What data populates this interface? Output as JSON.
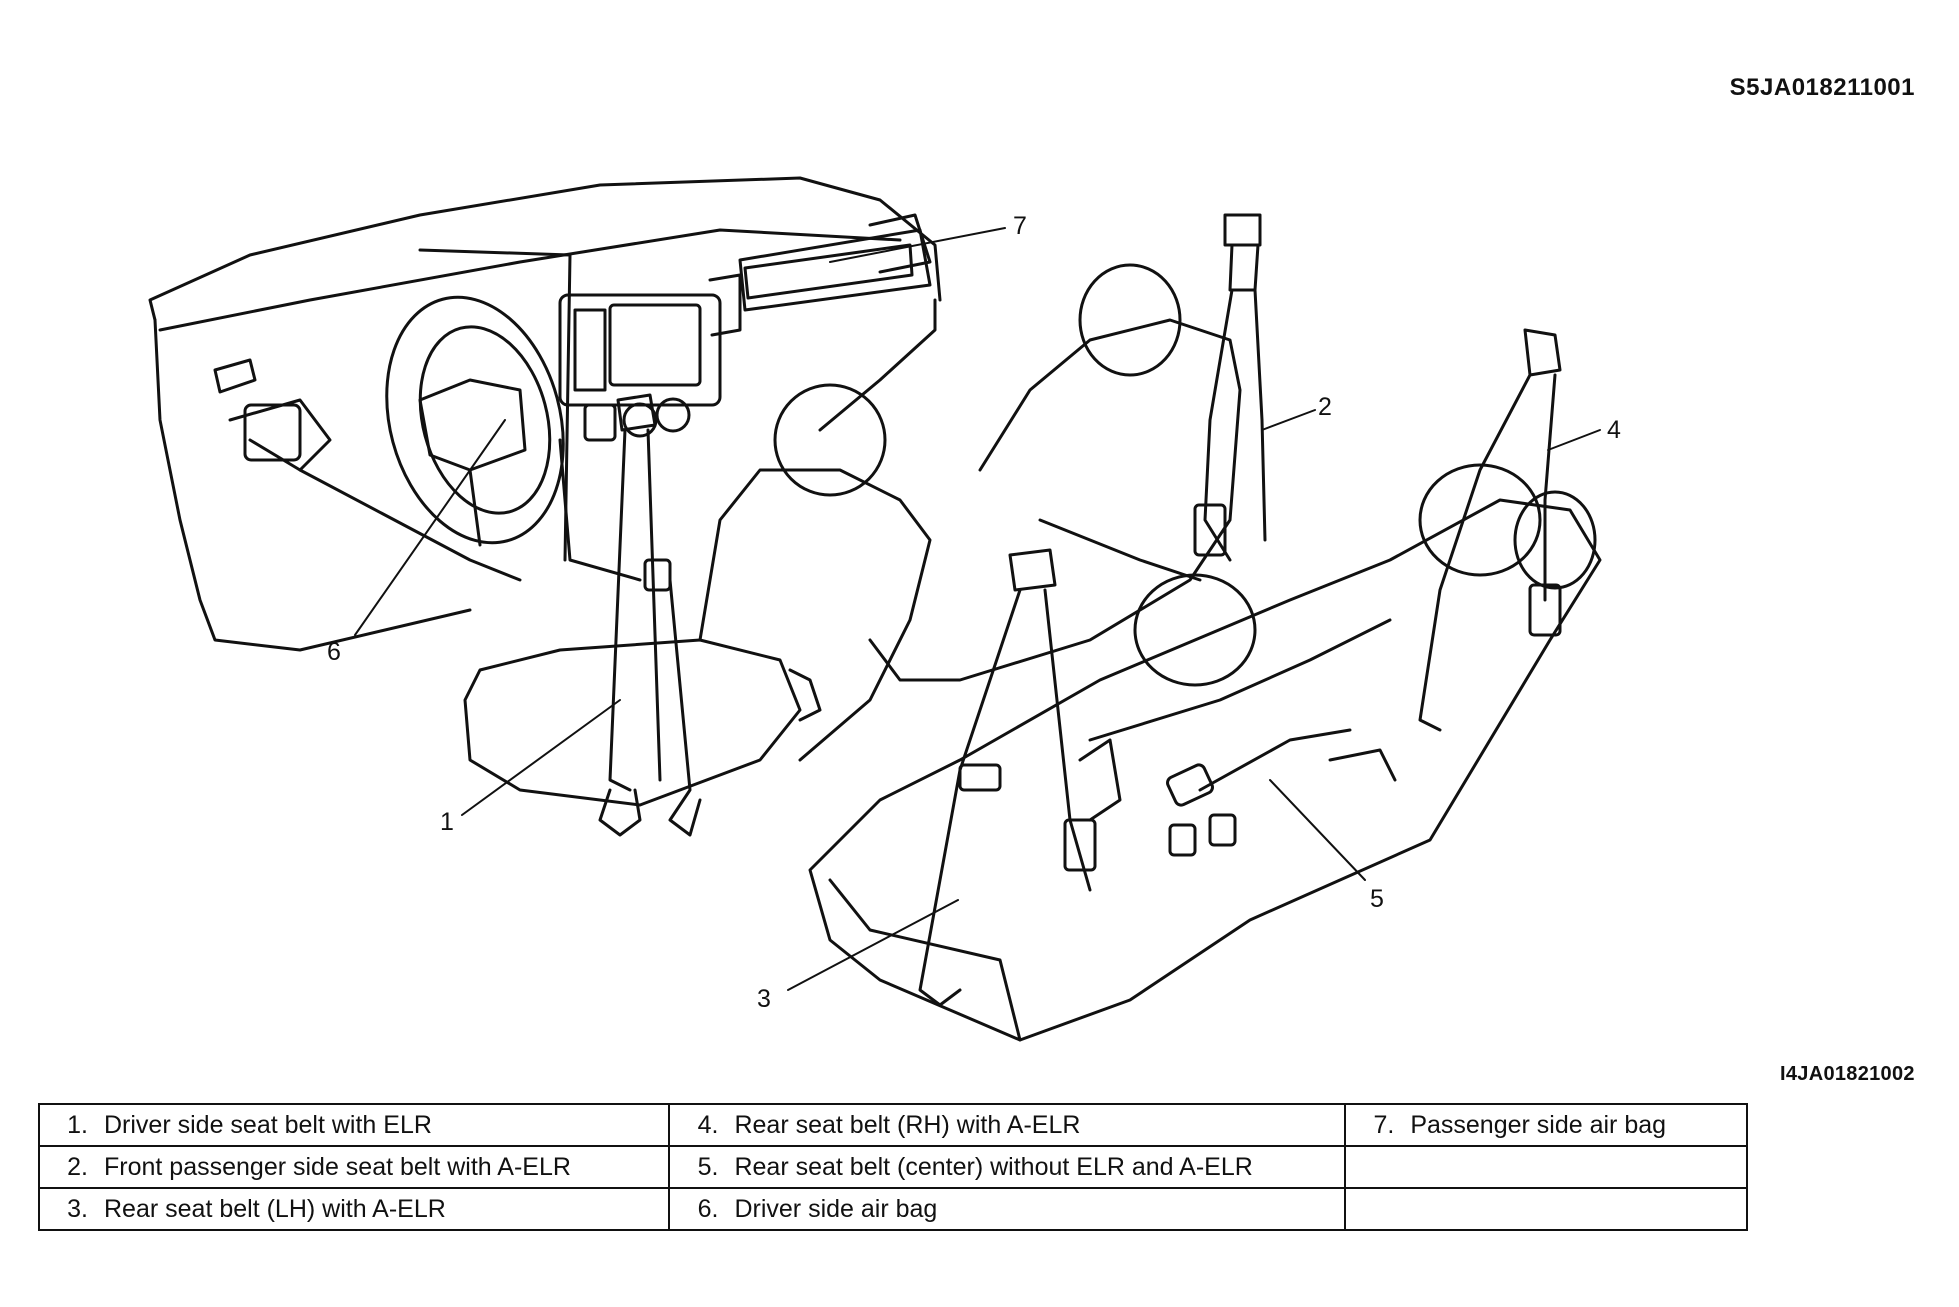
{
  "document_code": "S5JA018211001",
  "figure_code": "I4JA01821002",
  "callouts": [
    "1",
    "2",
    "3",
    "4",
    "5",
    "6",
    "7"
  ],
  "legend": [
    [
      {
        "num": "1.",
        "label": "Driver side seat belt with ELR"
      },
      {
        "num": "4.",
        "label": "Rear seat belt (RH) with A-ELR"
      },
      {
        "num": "7.",
        "label": "Passenger side air bag"
      }
    ],
    [
      {
        "num": "2.",
        "label": "Front passenger side seat belt with A-ELR"
      },
      {
        "num": "5.",
        "label": "Rear seat belt (center) without ELR and A-ELR"
      },
      {
        "num": "",
        "label": ""
      }
    ],
    [
      {
        "num": "3.",
        "label": "Rear seat belt (LH) with A-ELR"
      },
      {
        "num": "6.",
        "label": "Driver side air bag"
      },
      {
        "num": "",
        "label": ""
      }
    ]
  ]
}
